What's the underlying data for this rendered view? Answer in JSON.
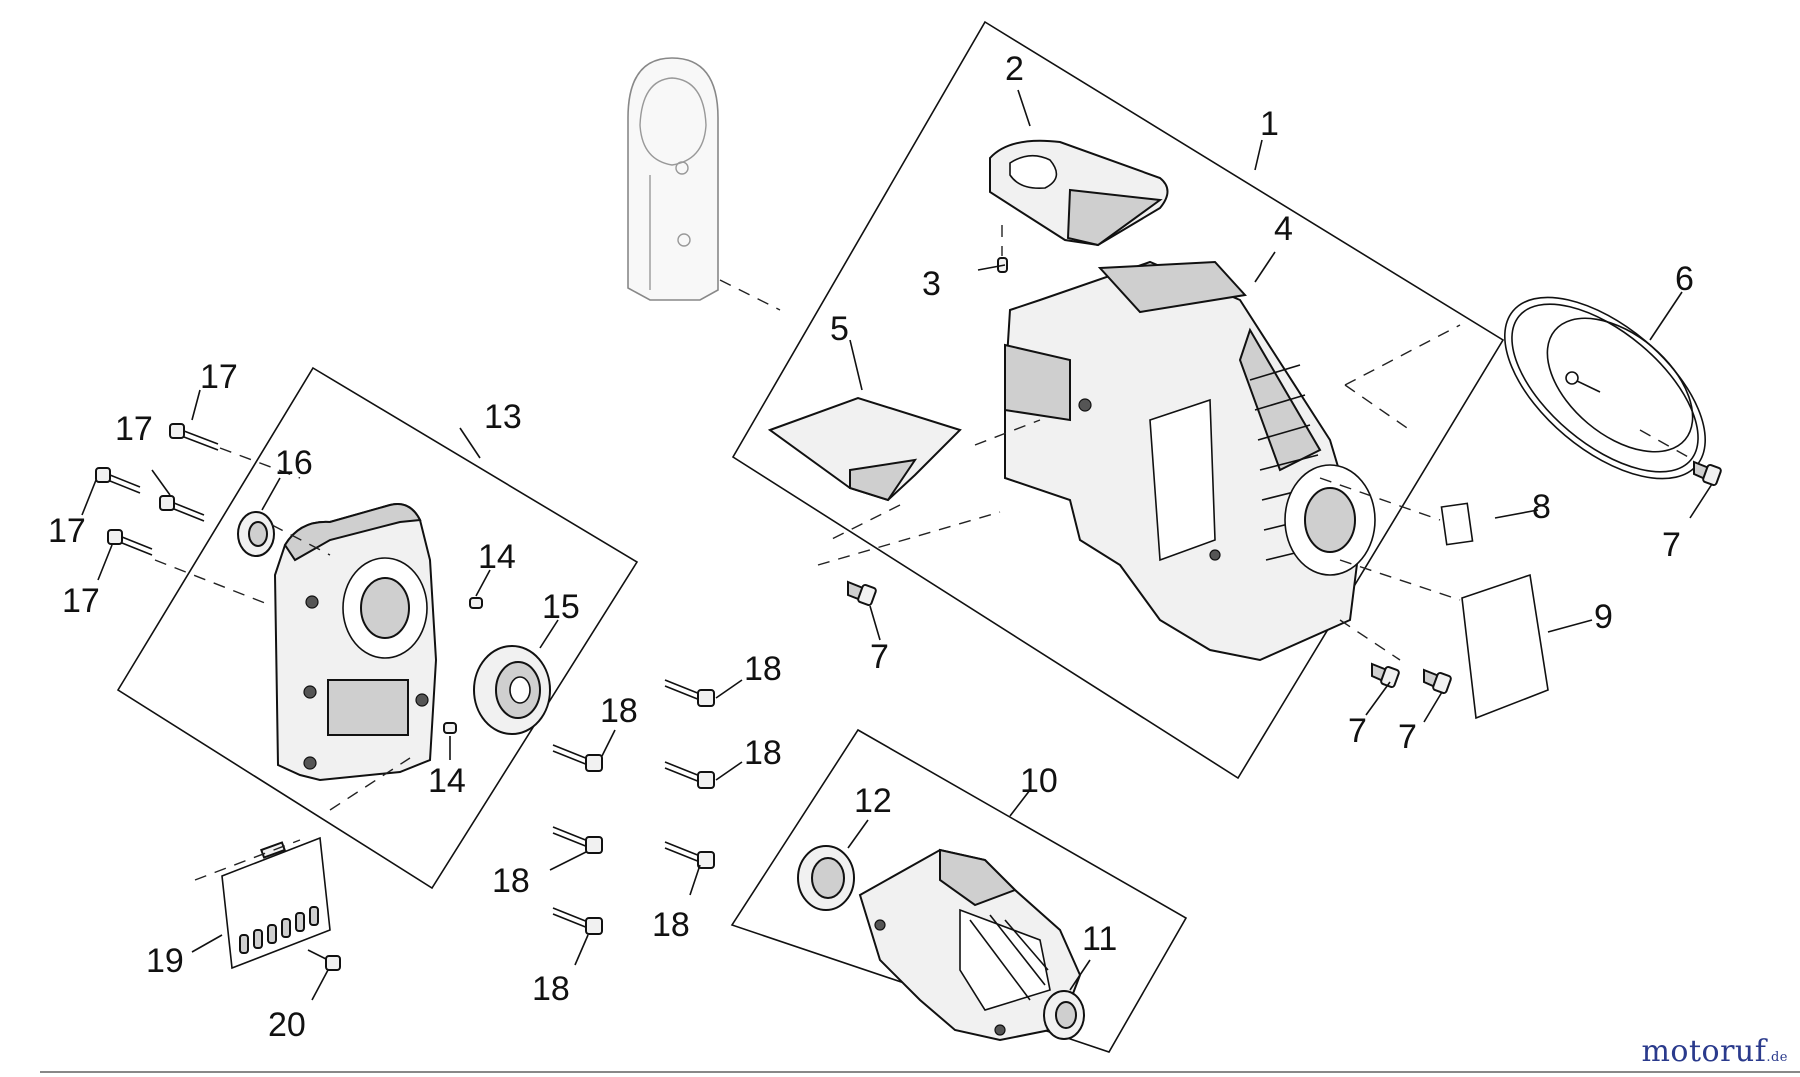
{
  "callouts": [
    {
      "id": "c1",
      "text": "1"
    },
    {
      "id": "c2",
      "text": "2"
    },
    {
      "id": "c3",
      "text": "3"
    },
    {
      "id": "c4",
      "text": "4"
    },
    {
      "id": "c5",
      "text": "5"
    },
    {
      "id": "c6",
      "text": "6"
    },
    {
      "id": "c7a",
      "text": "7"
    },
    {
      "id": "c7b",
      "text": "7"
    },
    {
      "id": "c7c",
      "text": "7"
    },
    {
      "id": "c7d",
      "text": "7"
    },
    {
      "id": "c8",
      "text": "8"
    },
    {
      "id": "c9",
      "text": "9"
    },
    {
      "id": "c10",
      "text": "10"
    },
    {
      "id": "c11",
      "text": "11"
    },
    {
      "id": "c12",
      "text": "12"
    },
    {
      "id": "c13",
      "text": "13"
    },
    {
      "id": "c14a",
      "text": "14"
    },
    {
      "id": "c14b",
      "text": "14"
    },
    {
      "id": "c15",
      "text": "15"
    },
    {
      "id": "c16",
      "text": "16"
    },
    {
      "id": "c17a",
      "text": "17"
    },
    {
      "id": "c17b",
      "text": "17"
    },
    {
      "id": "c17c",
      "text": "17"
    },
    {
      "id": "c17d",
      "text": "17"
    },
    {
      "id": "c18a",
      "text": "18"
    },
    {
      "id": "c18b",
      "text": "18"
    },
    {
      "id": "c18c",
      "text": "18"
    },
    {
      "id": "c18d",
      "text": "18"
    },
    {
      "id": "c18e",
      "text": "18"
    },
    {
      "id": "c18f",
      "text": "18"
    },
    {
      "id": "c19",
      "text": "19"
    },
    {
      "id": "c20",
      "text": "20"
    }
  ],
  "watermark": {
    "brand": "motoruf",
    "suffix": ".de"
  }
}
